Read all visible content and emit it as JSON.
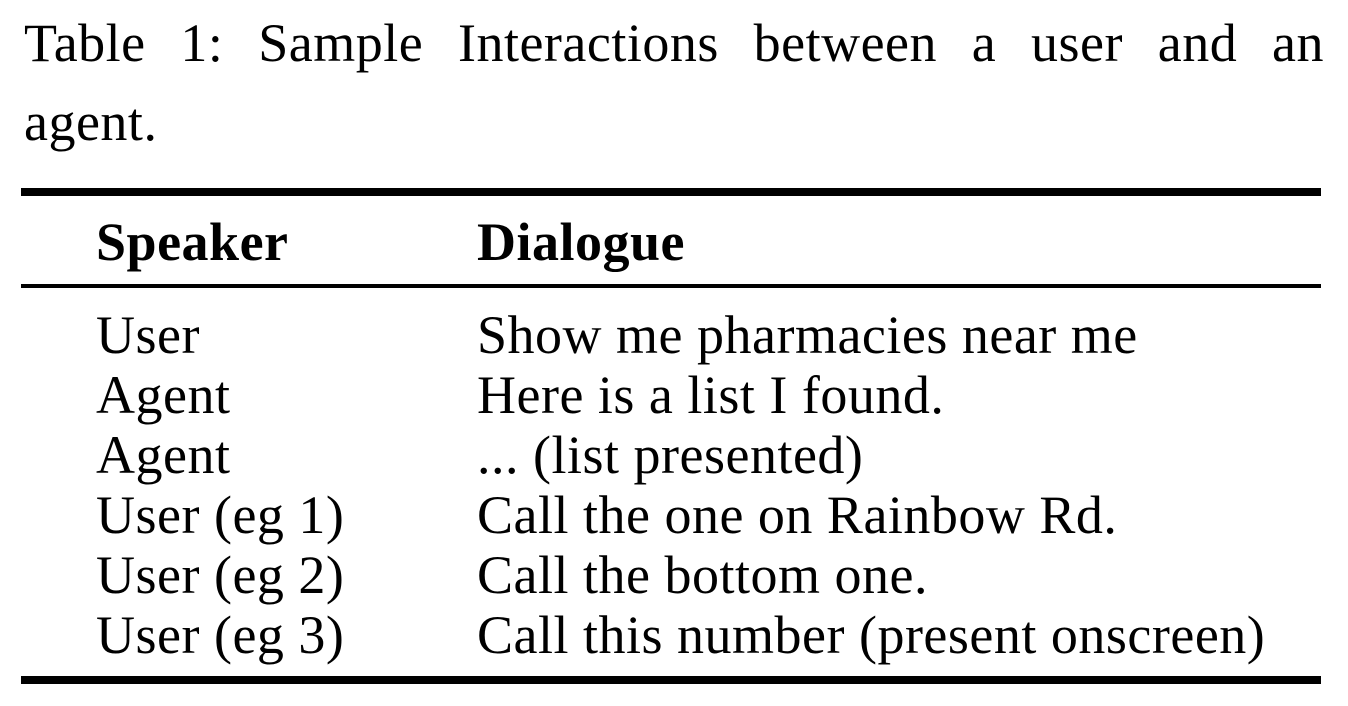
{
  "caption": {
    "line1": "Table 1: Sample Interactions between a user and an",
    "line2": "agent."
  },
  "table": {
    "headers": [
      "Speaker",
      "Dialogue"
    ],
    "rows": [
      {
        "speaker": "User",
        "dialogue": "Show me pharmacies near me"
      },
      {
        "speaker": "Agent",
        "dialogue": "Here is a list I found."
      },
      {
        "speaker": "Agent",
        "dialogue": "... (list presented)"
      },
      {
        "speaker": "User (eg 1)",
        "dialogue": "Call the one on Rainbow Rd."
      },
      {
        "speaker": "User (eg 2)",
        "dialogue": "Call the bottom one."
      },
      {
        "speaker": "User (eg 3)",
        "dialogue": "Call this number (present onscreen)"
      }
    ]
  },
  "colors": {
    "text": "#000000",
    "background": "#ffffff",
    "rule": "#000000"
  }
}
